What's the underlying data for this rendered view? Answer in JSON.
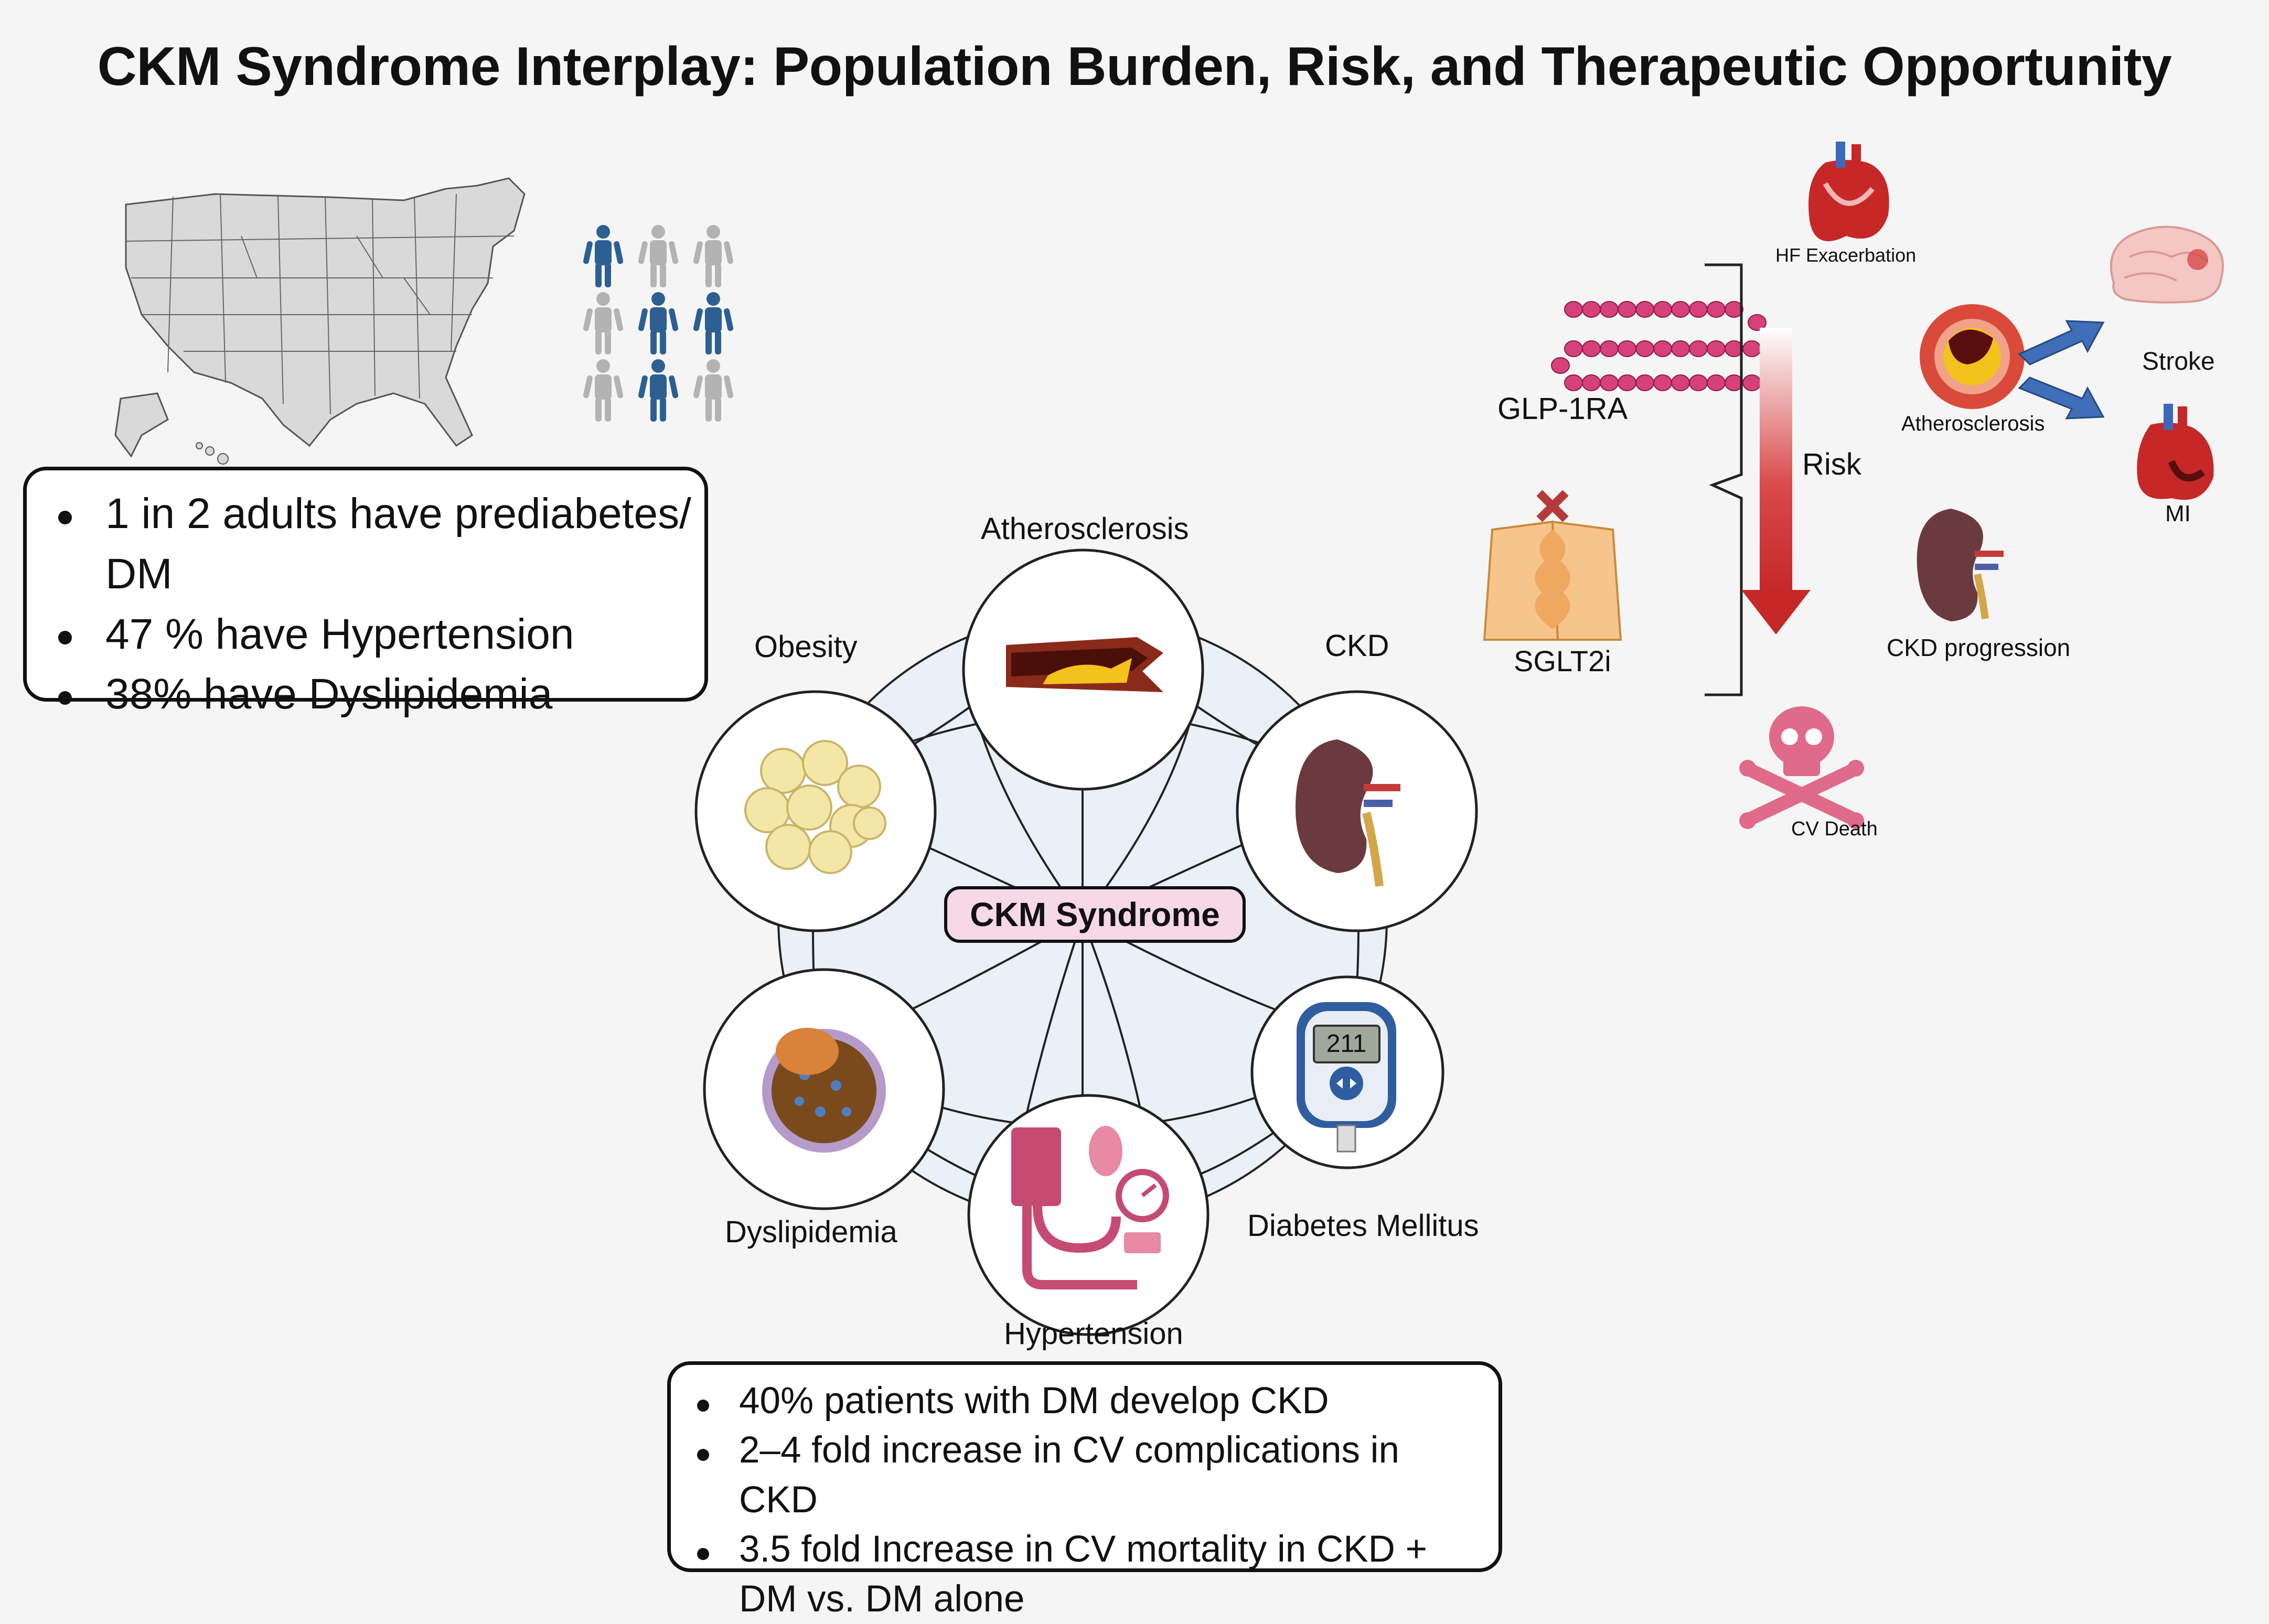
{
  "title": "CKM Syndrome Interplay: Population Burden, Risk, and Therapeutic Opportunity",
  "population_stats": [
    "1 in 2 adults have prediabetes/ DM",
    "47 % have Hypertension",
    "38% have Dyslipidemia"
  ],
  "people_icons": [
    "highlighted",
    "gray",
    "gray",
    "gray",
    "highlighted",
    "highlighted",
    "gray",
    "highlighted",
    "gray"
  ],
  "hub": {
    "center_label": "CKM Syndrome",
    "nodes": {
      "atherosclerosis": "Atherosclerosis",
      "obesity": "Obesity",
      "ckd": "CKD",
      "dyslipidemia": "Dyslipidemia",
      "hypertension": "Hypertension",
      "diabetes": "Diabetes Mellitus"
    },
    "glucometer_reading": "211"
  },
  "bottom_stats": [
    "40% patients with DM develop CKD",
    "2–4 fold increase in CV complications in CKD",
    "3.5 fold Increase in CV mortality in CKD + DM vs. DM alone"
  ],
  "therapy": {
    "glp1ra_label": "GLP-1RA",
    "sglt2i_label": "SGLT2i",
    "risk_label": "Risk"
  },
  "outcomes": {
    "hf": "HF Exacerbation",
    "atherosclerosis": "Atherosclerosis",
    "stroke": "Stroke",
    "mi": "MI",
    "ckd_progression": "CKD progression",
    "cv_death": "CV Death"
  },
  "colors": {
    "highlight_person": "#2d5f93",
    "gray_person": "#b3b3b3",
    "hub_fill": "#e9f0f8",
    "center_fill": "#f7d8e6",
    "risk_red": "#c62828",
    "arrow_blue": "#3f6fb8",
    "peptide_pink": "#d6417a"
  },
  "icons": [
    "us-map-icon",
    "person-icon",
    "artery-icon",
    "fat-cells-icon",
    "kidney-icon",
    "lipoprotein-icon",
    "blood-pressure-icon",
    "glucometer-icon",
    "heart-icon",
    "peptide-chain-icon",
    "transporter-icon",
    "brain-icon",
    "skull-crossbones-icon"
  ]
}
